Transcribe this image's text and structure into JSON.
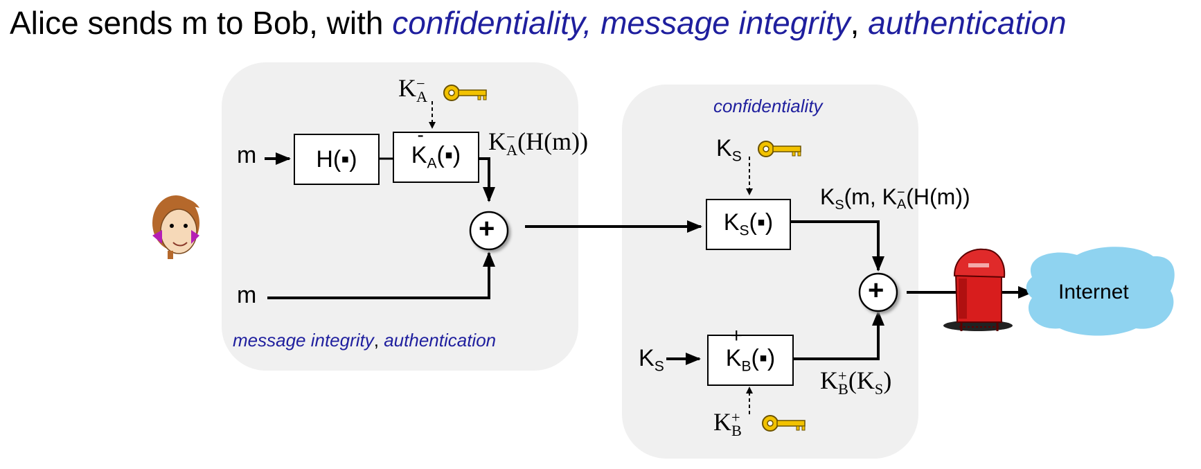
{
  "title": {
    "prefix": "Alice sends m to Bob, with ",
    "confidentiality": "confidentiality, message integrity",
    "sep": ", ",
    "authentication": "authentication"
  },
  "left_panel": {
    "caption_a": "message integrity",
    "caption_sep": ", ",
    "caption_b": "authentication",
    "input_m_top": "m",
    "input_m_bottom": "m",
    "hash_box": "H(▪)",
    "sign_box": {
      "K": "K",
      "sup": "-",
      "sub": "A",
      "arg": "(▪)"
    },
    "key_label": {
      "K": "K",
      "sup": "−",
      "sub": "A"
    },
    "signed_output": {
      "K": "K",
      "sup": "−",
      "sub": "A",
      "arg": "(H(m))"
    },
    "combine_symbol": "+"
  },
  "right_panel": {
    "caption": "confidentiality",
    "key_s_label": {
      "K": "K",
      "sub": "S"
    },
    "encrypt_box": {
      "K": "K",
      "sub": "S",
      "arg": "(▪)"
    },
    "encrypt_output": {
      "pre": "K",
      "sub": "S",
      "mid": "(m, K",
      "sup2": "−",
      "sub2": "A",
      "post": "(H(m))"
    },
    "input_ks": {
      "K": "K",
      "sub": "S"
    },
    "pubkey_box": {
      "K": "K",
      "sup": "+",
      "sub": "B",
      "arg": "(▪)"
    },
    "pubkey_output": {
      "K": "K",
      "sup": "+",
      "sub": "B",
      "arg_pre": "(K",
      "arg_sub": "S",
      "arg_post": ")"
    },
    "key_b_label": {
      "K": "K",
      "sup": "+",
      "sub": "B"
    },
    "combine_symbol": "+"
  },
  "destination": {
    "label": "Internet"
  },
  "colors": {
    "accent": "#1f1f9e",
    "panel": "#f0f0f0",
    "cloud": "#8fd3f0",
    "key": "#f2c200",
    "mailbox": "#d81d1d"
  },
  "icons": [
    "alice-avatar-icon",
    "key-icon",
    "mailbox-icon",
    "cloud-icon",
    "plus-circle-icon"
  ]
}
